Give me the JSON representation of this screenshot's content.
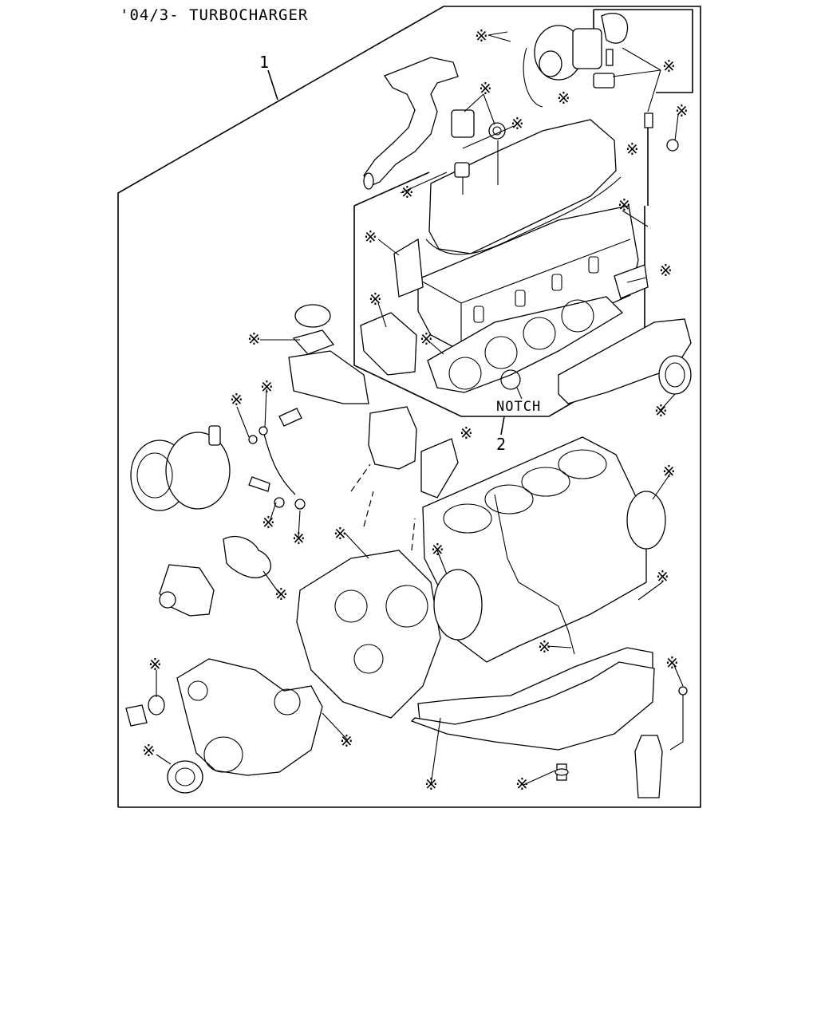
{
  "header": {
    "title": "'04/3- TURBOCHARGER"
  },
  "callouts": {
    "kit_1": "1",
    "kit_2": "2",
    "notch": "NOTCH"
  },
  "marker": {
    "symbol": "※"
  },
  "icons": [
    "asterisk-callout-icon"
  ]
}
